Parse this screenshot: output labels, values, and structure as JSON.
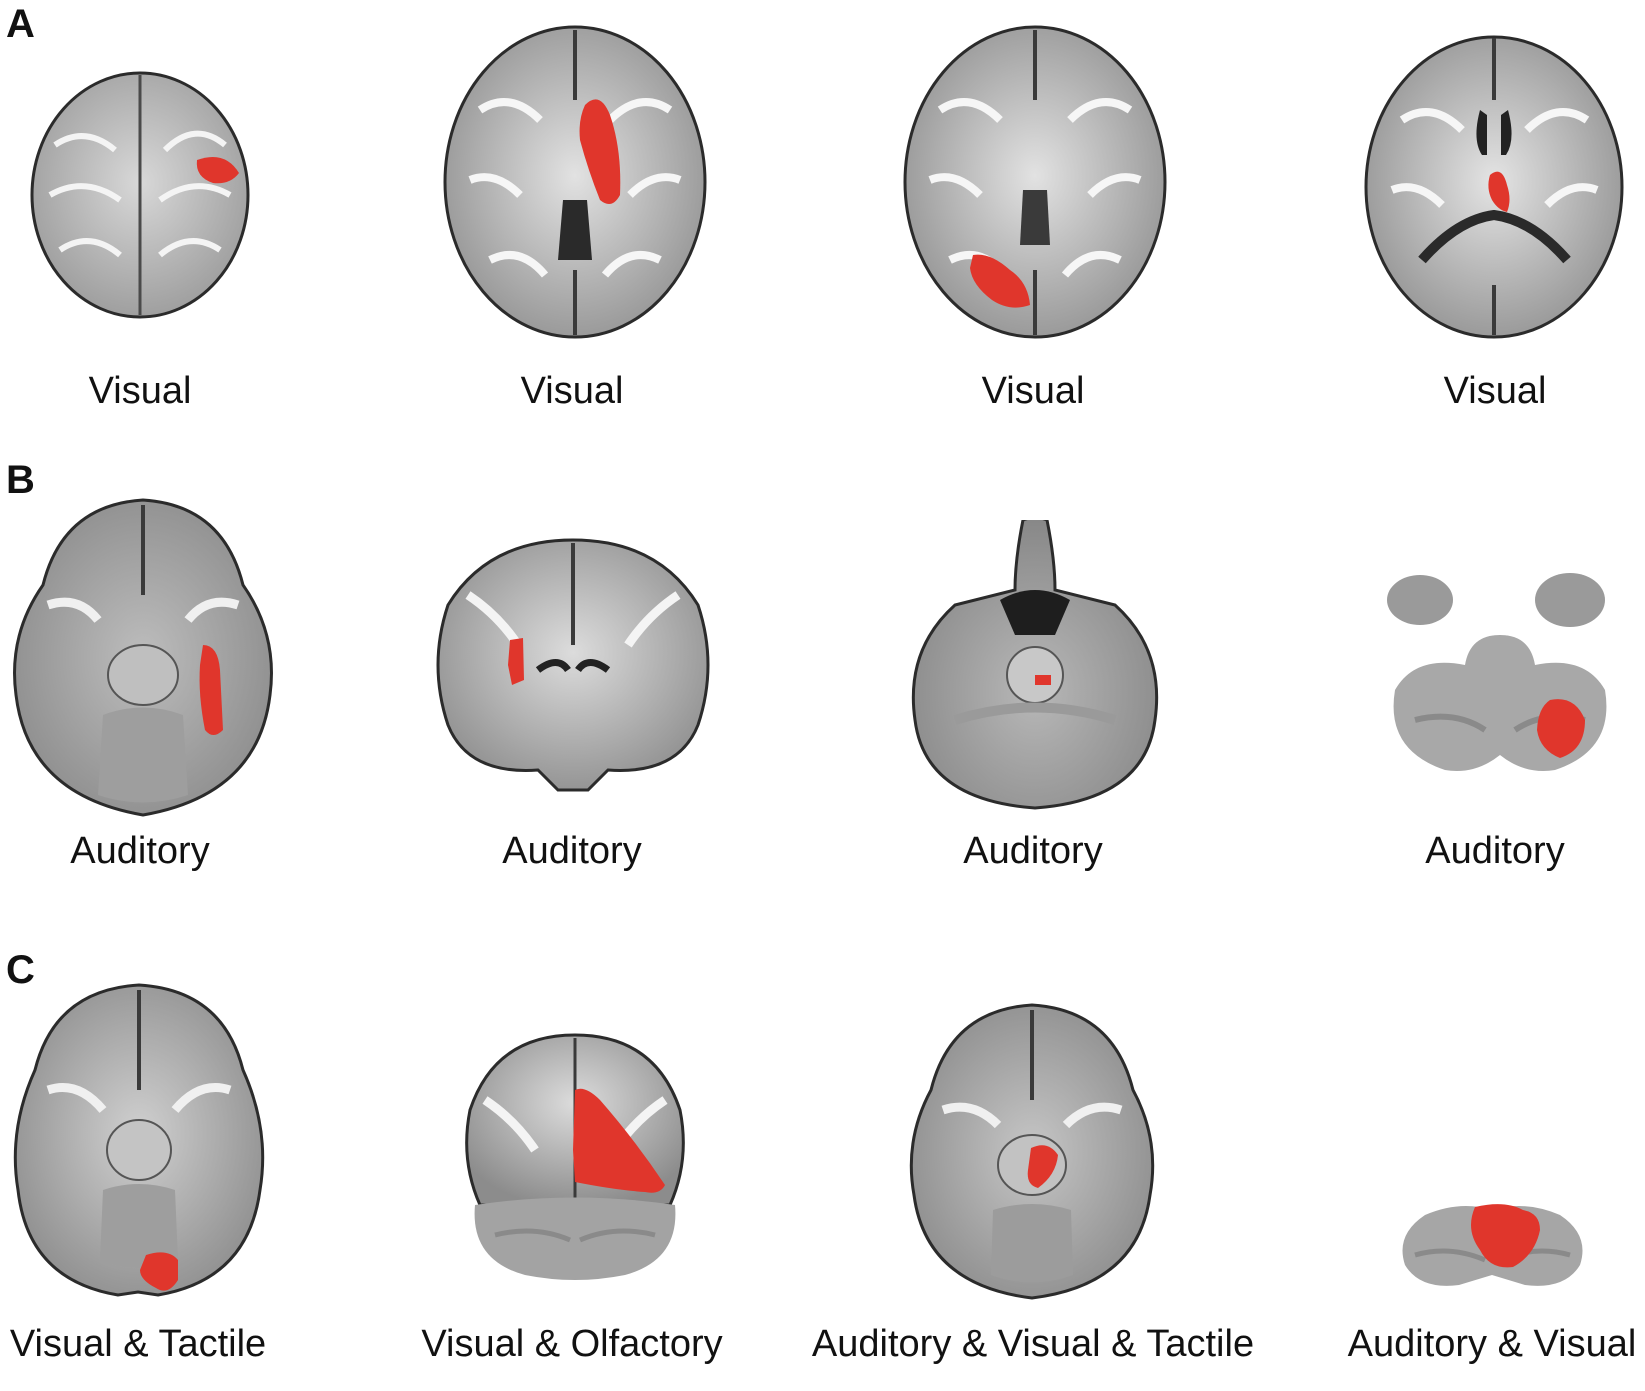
{
  "colors": {
    "activation": "#e0362c",
    "brain_light": "#e6e6e6",
    "brain_dark": "#7a7a7a",
    "outline": "#2b2b2b"
  },
  "panels": [
    {
      "letter": "A",
      "captions": [
        "Visual",
        "Visual",
        "Visual",
        "Visual"
      ]
    },
    {
      "letter": "B",
      "captions": [
        "Auditory",
        "Auditory",
        "Auditory",
        "Auditory"
      ]
    },
    {
      "letter": "C",
      "captions": [
        "Visual & Tactile",
        "Visual & Olfactory",
        "Auditory & Visual & Tactile",
        "Auditory & Visual"
      ]
    }
  ]
}
